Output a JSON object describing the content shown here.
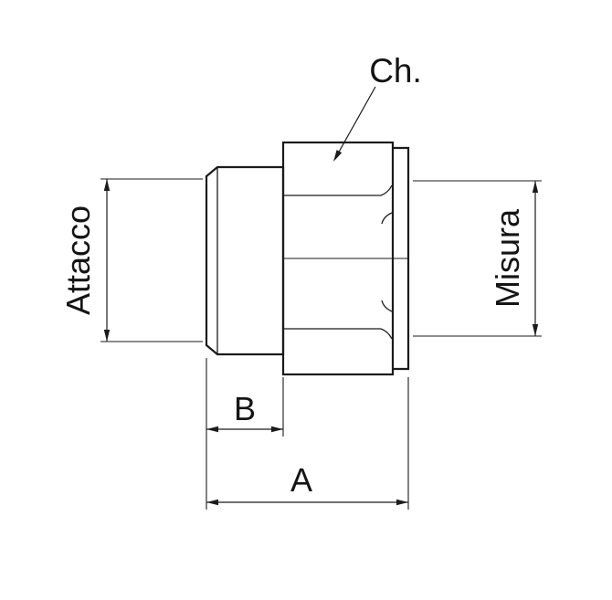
{
  "diagram": {
    "title": "threaded-fitting-technical-drawing",
    "labels": {
      "ch": "Ch.",
      "attacco": "Attacco",
      "misura": "Misura",
      "b": "B",
      "a": "A"
    },
    "colors": {
      "line": "#1b1b1b",
      "background": "#ffffff"
    }
  }
}
